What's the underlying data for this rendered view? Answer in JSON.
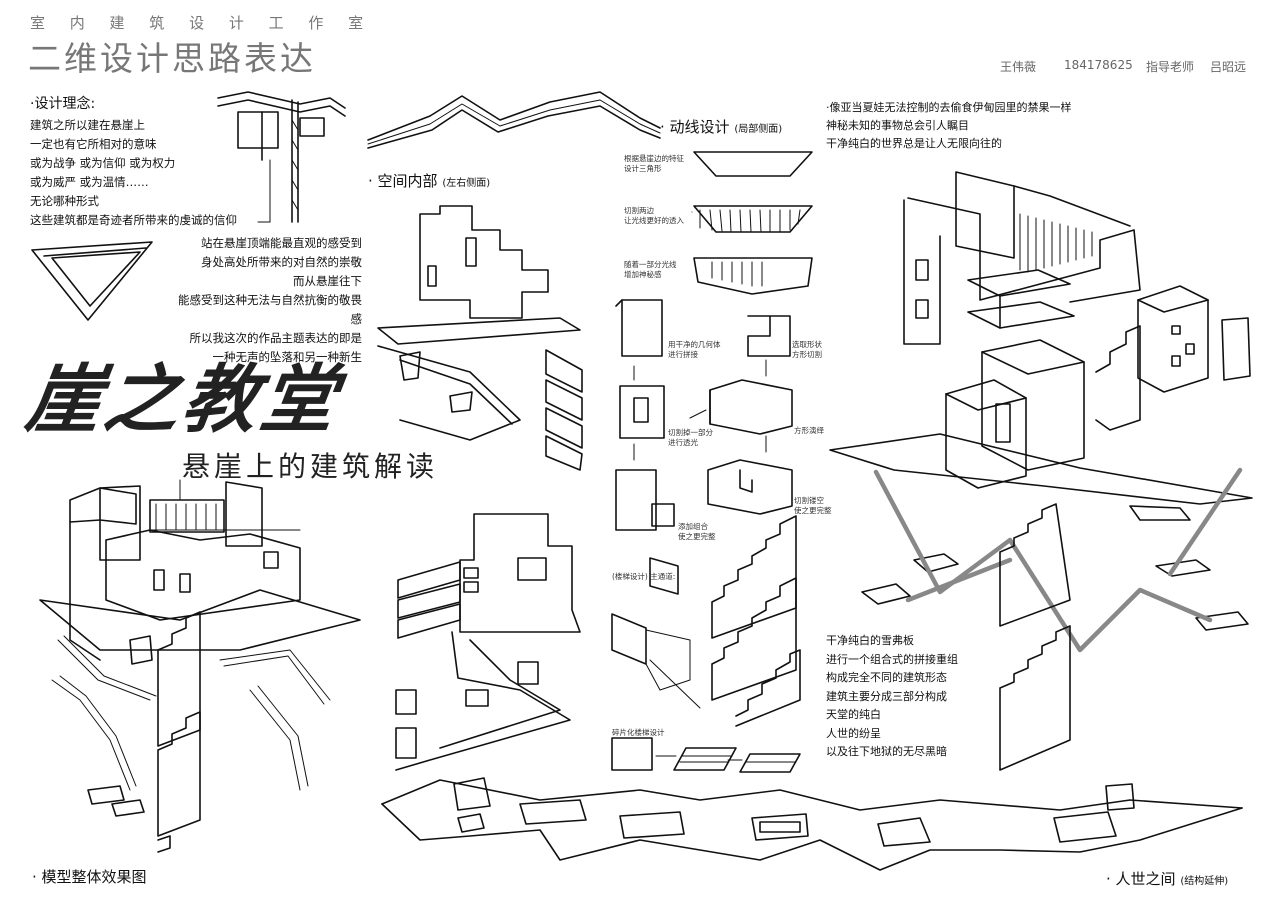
{
  "header": {
    "studio": "室 内 建 筑 设 计 工 作 室",
    "title": "二维设计思路表达",
    "author_name": "王伟薇",
    "student_id": "184178625",
    "advisor_label": "指导老师",
    "advisor_name": "吕昭远"
  },
  "concept": {
    "heading": "·设计理念:",
    "lines": [
      "建筑之所以建在悬崖上",
      "一定也有它所相对的意味",
      "或为战争 或为信仰 或为权力",
      "或为威严 或为温情……",
      "无论哪种形式",
      "这些建筑都是奇迹者所带来的虔诚的信仰"
    ]
  },
  "feeling": {
    "lines": [
      "站在悬崖顶端能最直观的感受到",
      "身处高处所带来的对自然的崇敬",
      "而从悬崖往下",
      "能感受到这种无法与自然抗衡的敬畏感",
      "所以我这次的作品主题表达的即是",
      "一种无声的坠落和另一种新生"
    ]
  },
  "brand": {
    "title": "崖之教堂",
    "subtitle": "悬崖上的建筑解读"
  },
  "sections": {
    "interior": {
      "label": "· 空间内部",
      "note": "(左右侧面)"
    },
    "circulation": {
      "label": "· 动线设计",
      "note": "(局部侧面)"
    },
    "model": {
      "label": "· 模型整体效果图"
    },
    "between": {
      "label": "· 人世之间",
      "note": "(结构延伸)"
    }
  },
  "process_notes": {
    "n1": "根据悬崖边的特征\n设计三角形",
    "n2": "切割两边\n让光线更好的透入",
    "n3": "随着一部分光线\n增加神秘感",
    "n4": "用干净的几何体\n进行拼接",
    "n5": "选取形状\n方形切割",
    "n6": "切割掉一部分\n进行透光",
    "n7": "方形演绎",
    "n8": "添加组合\n使之更完整",
    "n9": "切割镂空\n使之更完整",
    "n10": "(楼梯设计) 主通道:",
    "n11": "碎片化楼梯设计"
  },
  "quote": {
    "lines": [
      "·像亚当夏娃无法控制的去偷食伊甸园里的禁果一样",
      "神秘未知的事物总会引人瞩目",
      "干净纯白的世界总是让人无限向往的"
    ]
  },
  "structure": {
    "lines": [
      "干净纯白的雪弗板",
      "进行一个组合式的拼接重组",
      "构成完全不同的建筑形态",
      "建筑主要分成三部分构成",
      "天堂的纯白",
      "人世的纷呈",
      "以及往下地狱的无尽黑暗"
    ]
  },
  "colors": {
    "ink": "#111111",
    "grey_text": "#777777",
    "paper": "#ffffff"
  }
}
